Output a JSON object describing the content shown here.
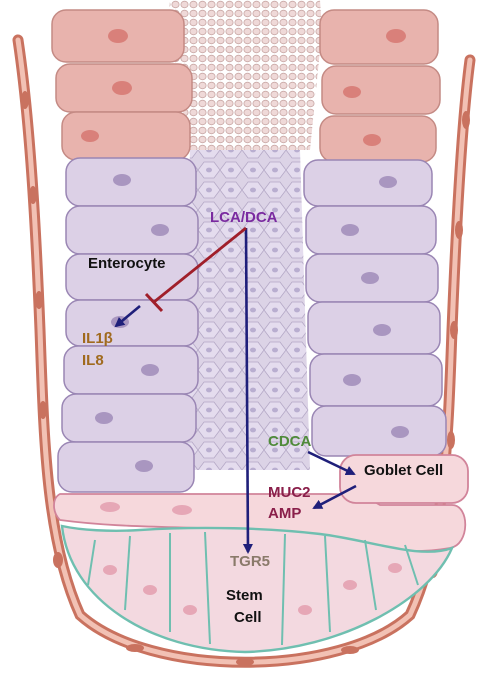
{
  "labels": {
    "lca_dca": "LCA/DCA",
    "enterocyte": "Enterocyte",
    "il1b": "IL1β",
    "il8": "IL8",
    "cdca": "CDCA",
    "goblet_cell": "Goblet Cell",
    "muc2": "MUC2",
    "amp": "AMP",
    "tgr5": "TGR5",
    "stem": "Stem",
    "cell": "Cell"
  },
  "colors": {
    "lca_dca": "#7a2aa0",
    "cytokines": "#a06a1e",
    "cdca": "#4f8a3a",
    "muc_amp": "#8a1f4a",
    "tgr5": "#8a7a6a",
    "arrow_blue": "#1f1f7a",
    "inhibit_red": "#a01f2a",
    "black_text": "#111111",
    "muscle": "#d98a78",
    "apical_cell": "#e8b3ad",
    "column_cell": "#dcd0e6",
    "goblet_cell": "#f6d8dc",
    "stem_cell": "#f3d9e0"
  }
}
